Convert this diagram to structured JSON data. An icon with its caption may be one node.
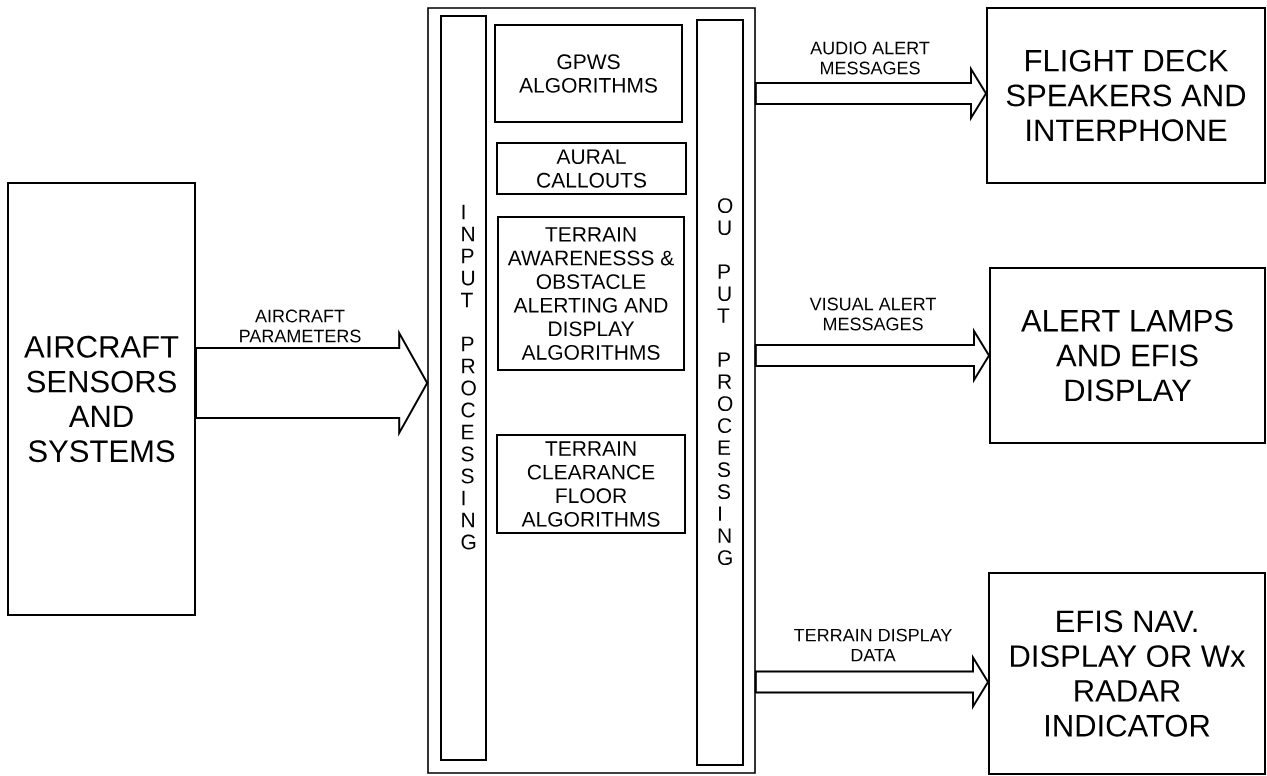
{
  "diagram": {
    "nodes": [
      {
        "text": [
          "AIRCRAFT SENSORS AND SYSTEMS"
        ]
      },
      {
        "text": [],
        "shape": "box"
      },
      {
        "text": [
          "INPUT PROCESSING"
        ],
        "in": 1
      },
      {
        "text": [
          "GPWS ALGORITHMS"
        ],
        "in": 1
      },
      {
        "text": [
          "AURAL CALLOUTS"
        ],
        "in": 1
      },
      {
        "text": [
          "TERRAIN AWARENESSS & OBSTACLE ALERTING AND DISPLAY ALGORITHMS"
        ],
        "in": 1
      },
      {
        "text": [
          "TERRAIN CLEARANCE FLOOR ALGORITHMS"
        ],
        "in": 1
      },
      {
        "text": [
          "OU PUT PROCESSING"
        ],
        "in": 1
      },
      {
        "text": [
          "FLIGHT DECK SPEAKERS AND INTERPHONE"
        ]
      },
      {
        "text": [
          "ALERT LAMPS AND EFIS DISPLAY"
        ]
      },
      {
        "text": [
          "EFIS NAV. DISPLAY OR Wx RADAR INDICATOR"
        ]
      }
    ],
    "edges": [
      {
        "from": 0,
        "to": 1,
        "arrow": "to",
        "label": "AIRCRAFT PARAMETERS"
      },
      {
        "from": 1,
        "to": 8,
        "arrow": "to",
        "label": "AUDIO ALERT MESSAGES"
      },
      {
        "from": 1,
        "to": 9,
        "arrow": "to",
        "label": "VISUAL ALERT MESSAGES"
      },
      {
        "from": 1,
        "to": 10,
        "arrow": "to",
        "label": "TERRAIN DISPLAY DATA"
      }
    ]
  }
}
